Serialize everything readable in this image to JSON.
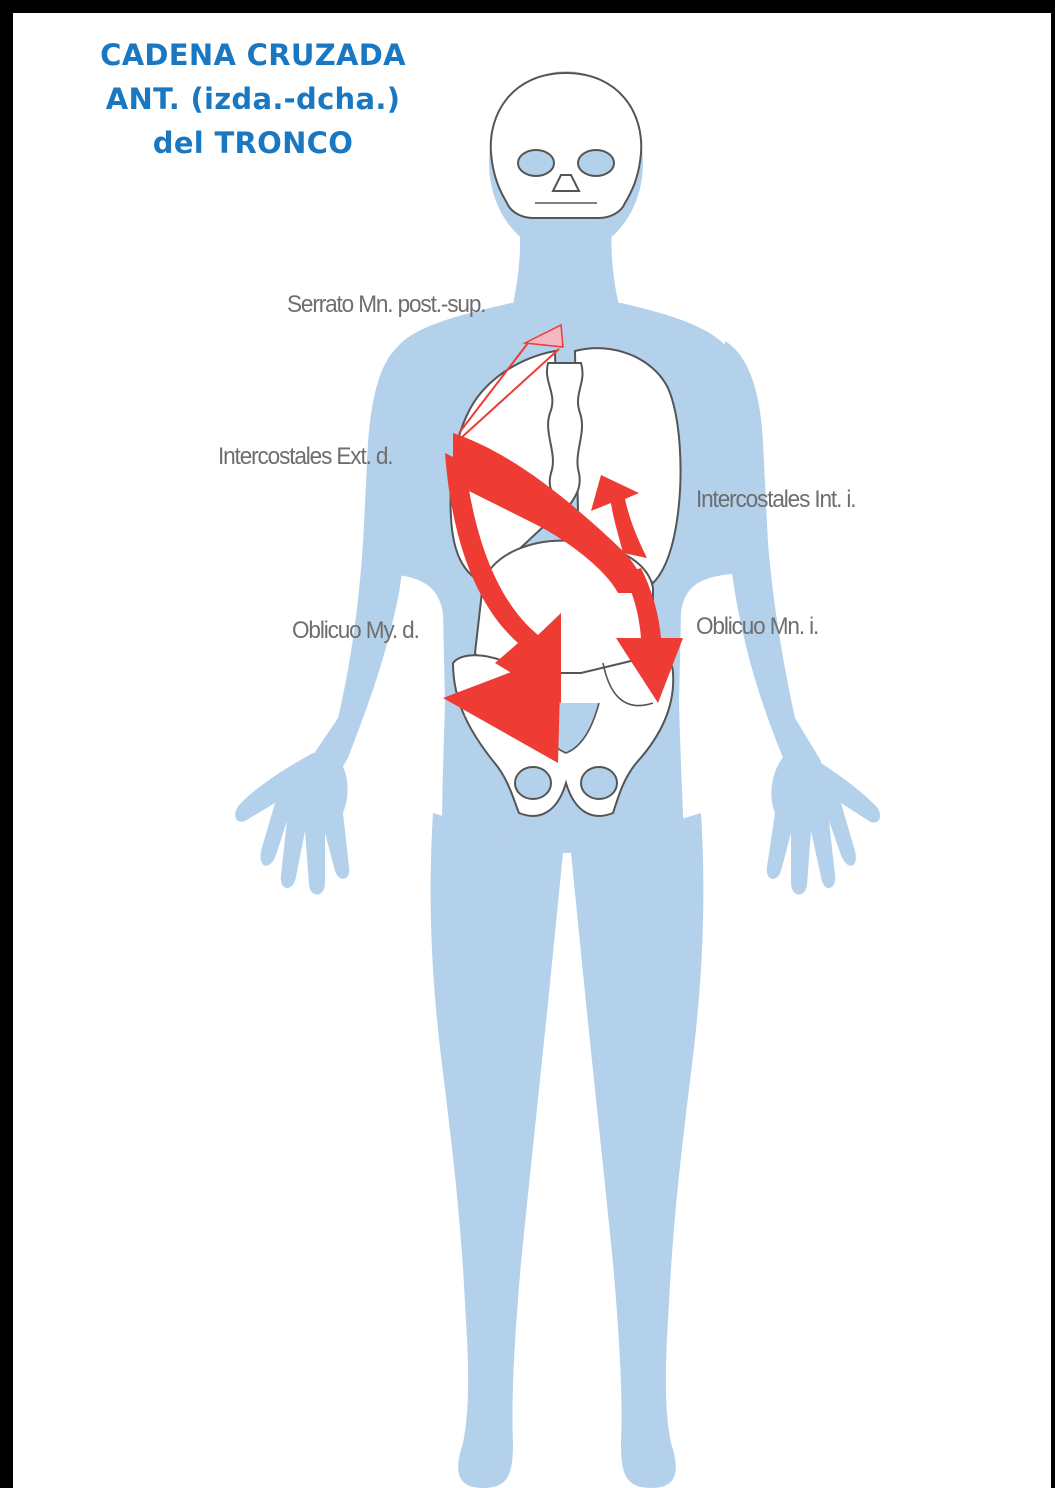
{
  "title": {
    "line1": "CADENA CRUZADA",
    "line2": "ANT. (izda.-dcha.)",
    "line3": "del TRONCO"
  },
  "labels": {
    "serrato": "Serrato Mn. post.-sup.",
    "intercostales_ext": "Intercostales Ext. d.",
    "intercostales_int": "Intercostales Int. i.",
    "oblicuo_my": "Oblicuo My. d.",
    "oblicuo_mn": "Oblicuo Mn. i."
  },
  "colors": {
    "body": "#b4d1ec",
    "bone": "#ffffff",
    "bone_outline": "#555555",
    "arrow": "#ee3b33",
    "serrato": "#f4b8c4",
    "title": "#1a78c2",
    "label": "#6e6e6e"
  }
}
